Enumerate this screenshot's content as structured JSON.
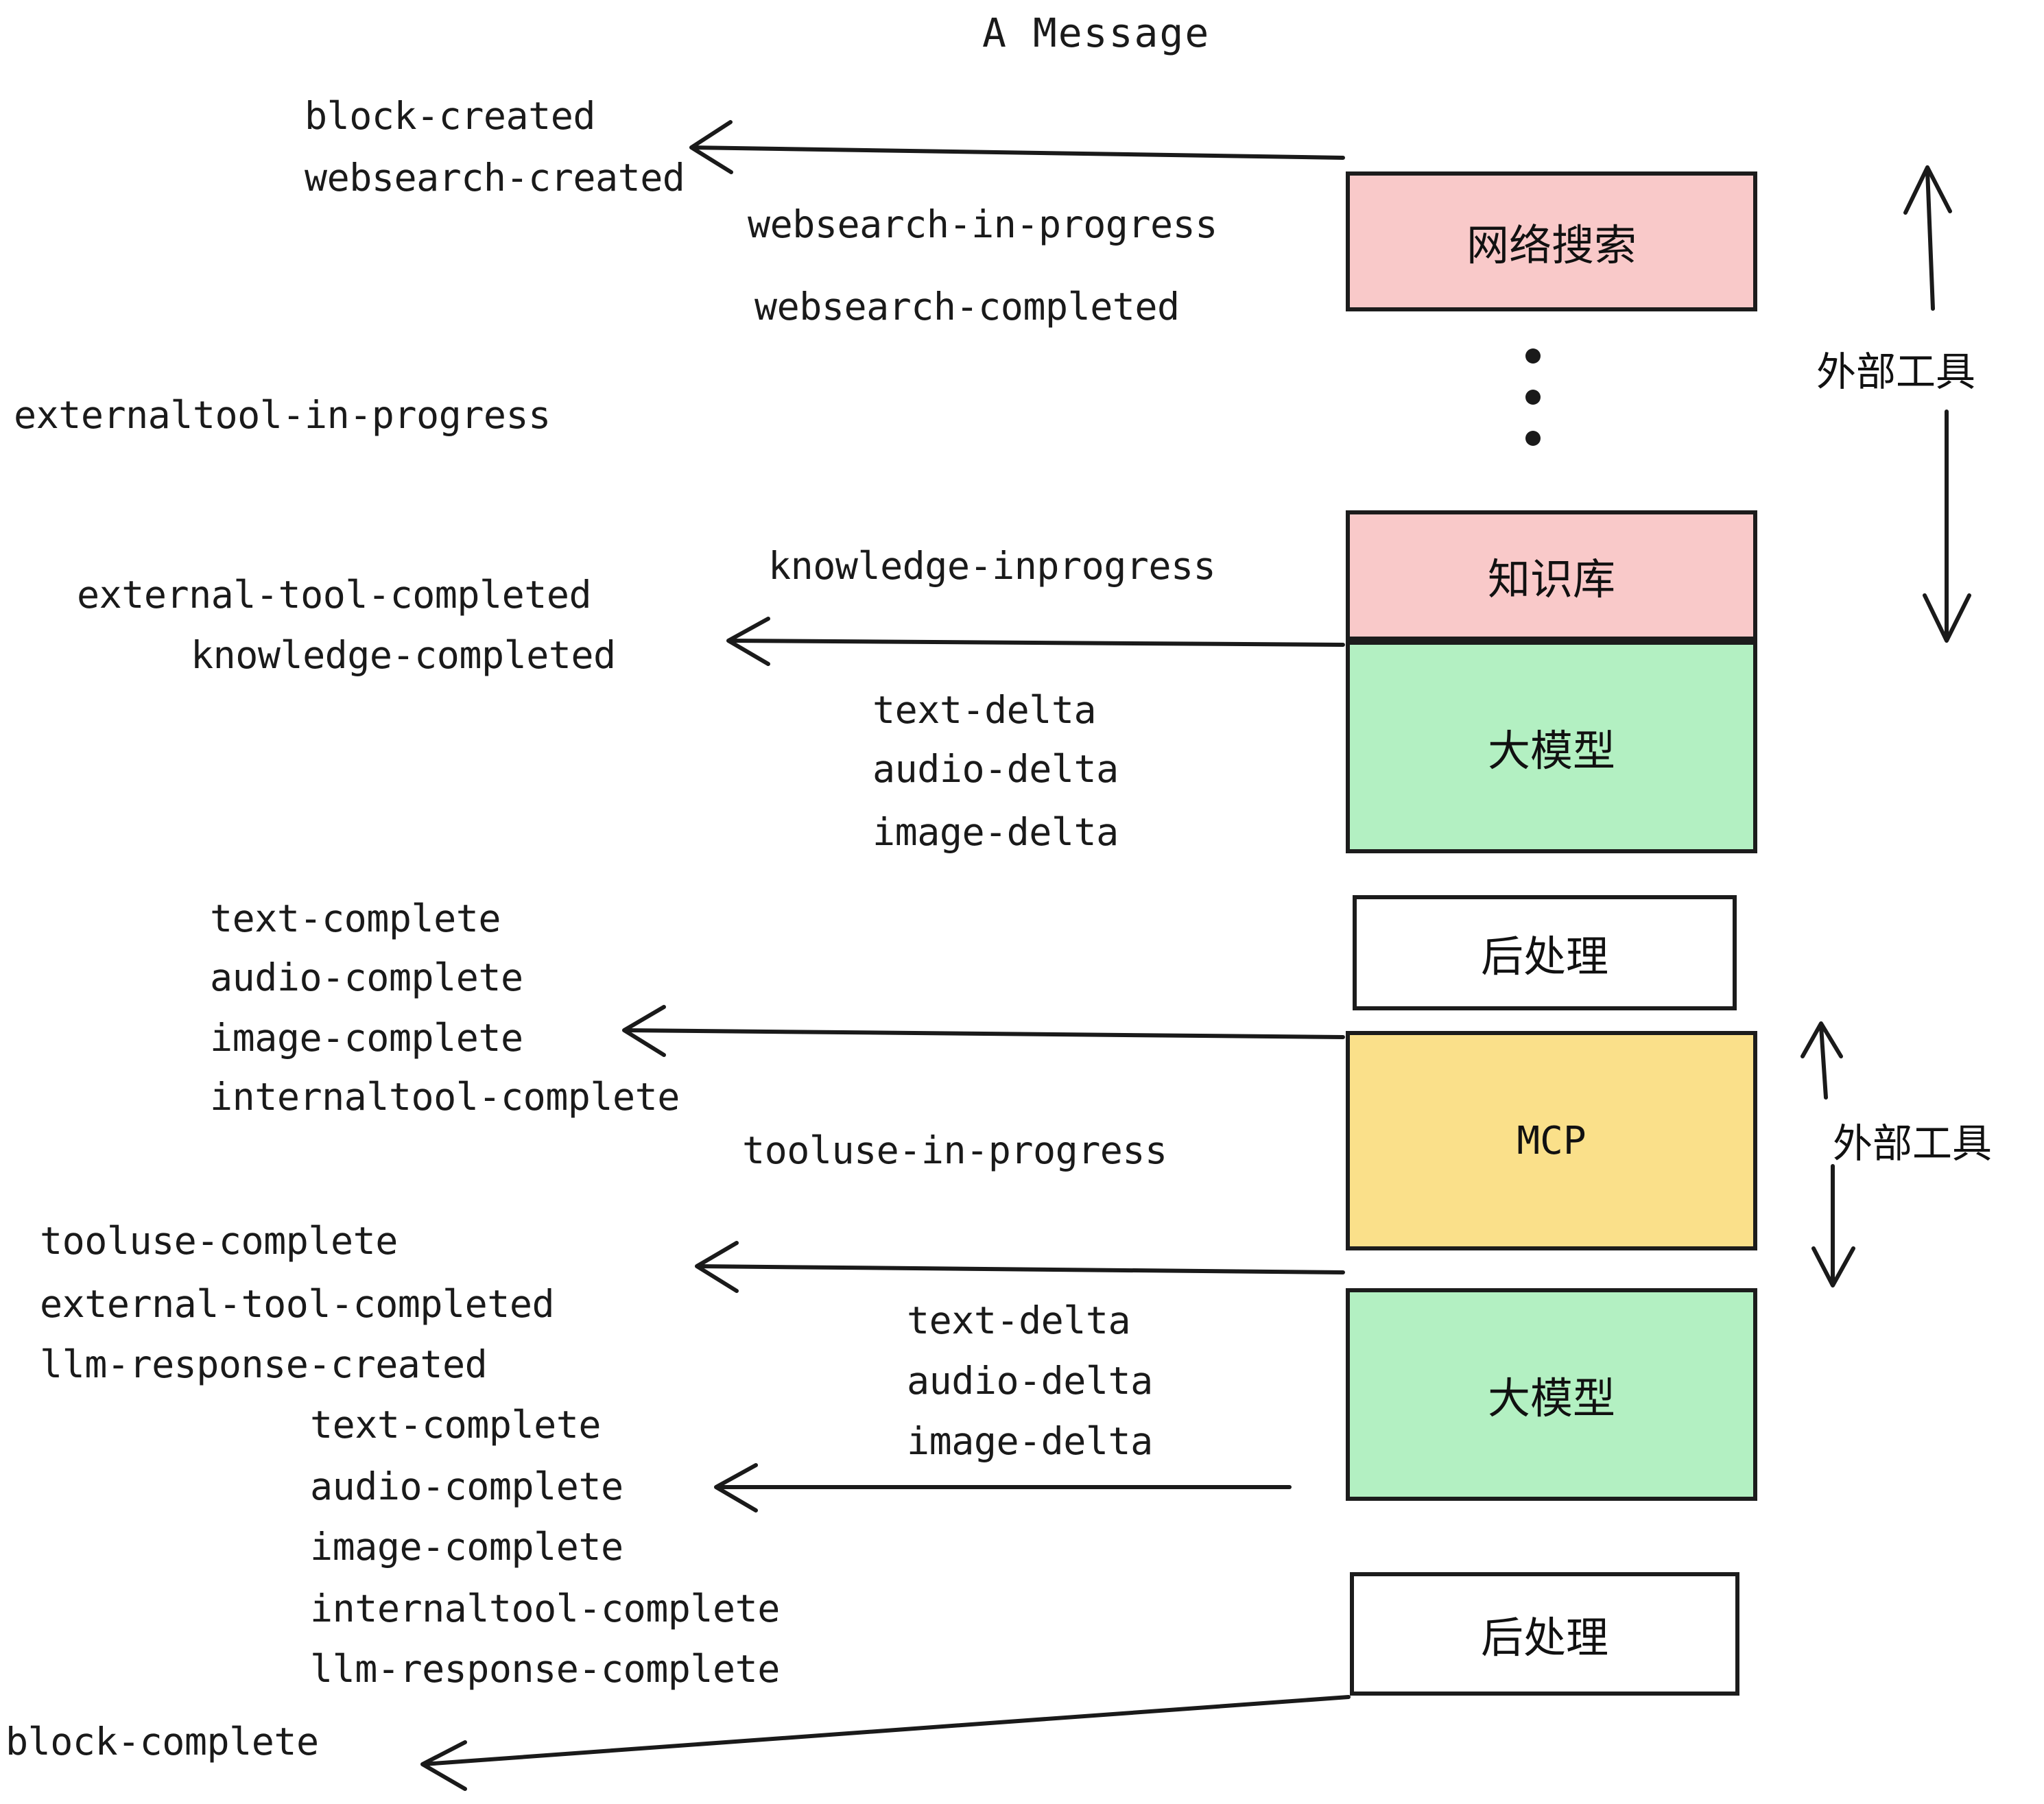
{
  "diagram": {
    "title": "A Message",
    "colors": {
      "pink": "#f9c9c9",
      "green": "#b3f0c2",
      "yellow": "#fae08a",
      "white": "#ffffff",
      "stroke": "#1c1c1c",
      "text": "#1a1a1a"
    },
    "nodes": [
      {
        "id": "websearch",
        "label": "网络搜索",
        "fill": "#f9c9c9"
      },
      {
        "id": "knowledge",
        "label": "知识库",
        "fill": "#f9c9c9"
      },
      {
        "id": "llm1",
        "label": "大模型",
        "fill": "#b3f0c2"
      },
      {
        "id": "post1",
        "label": "后处理",
        "fill": "#ffffff"
      },
      {
        "id": "mcp",
        "label": "MCP",
        "fill": "#fae08a"
      },
      {
        "id": "llm2",
        "label": "大模型",
        "fill": "#b3f0c2"
      },
      {
        "id": "post2",
        "label": "后处理",
        "fill": "#ffffff"
      }
    ],
    "side_labels": [
      {
        "id": "external-tool-top",
        "label": "外部工具"
      },
      {
        "id": "external-tool-bottom",
        "label": "外部工具"
      }
    ],
    "events": {
      "block_created": "block-created",
      "websearch_created": "websearch-created",
      "websearch_in_progress": "websearch-in-progress",
      "websearch_completed": "websearch-completed",
      "externaltool_in_progress": "externaltool-in-progress",
      "knowledge_inprogress": "knowledge-inprogress",
      "external_tool_completed_1": "external-tool-completed",
      "knowledge_completed": "knowledge-completed",
      "text_delta_1": "text-delta",
      "audio_delta_1": "audio-delta",
      "image_delta_1": "image-delta",
      "text_complete_1": "text-complete",
      "audio_complete_1": "audio-complete",
      "image_complete_1": "image-complete",
      "internaltool_complete_1": "internaltool-complete",
      "tooluse_in_progress": "tooluse-in-progress",
      "tooluse_complete": "tooluse-complete",
      "external_tool_completed_2": "external-tool-completed",
      "llm_response_created": "llm-response-created",
      "text_delta_2": "text-delta",
      "audio_delta_2": "audio-delta",
      "image_delta_2": "image-delta",
      "text_complete_2": "text-complete",
      "audio_complete_2": "audio-complete",
      "image_complete_2": "image-complete",
      "internaltool_complete_2": "internaltool-complete",
      "llm_response_complete": "llm-response-complete",
      "block_complete": "block-complete"
    }
  }
}
